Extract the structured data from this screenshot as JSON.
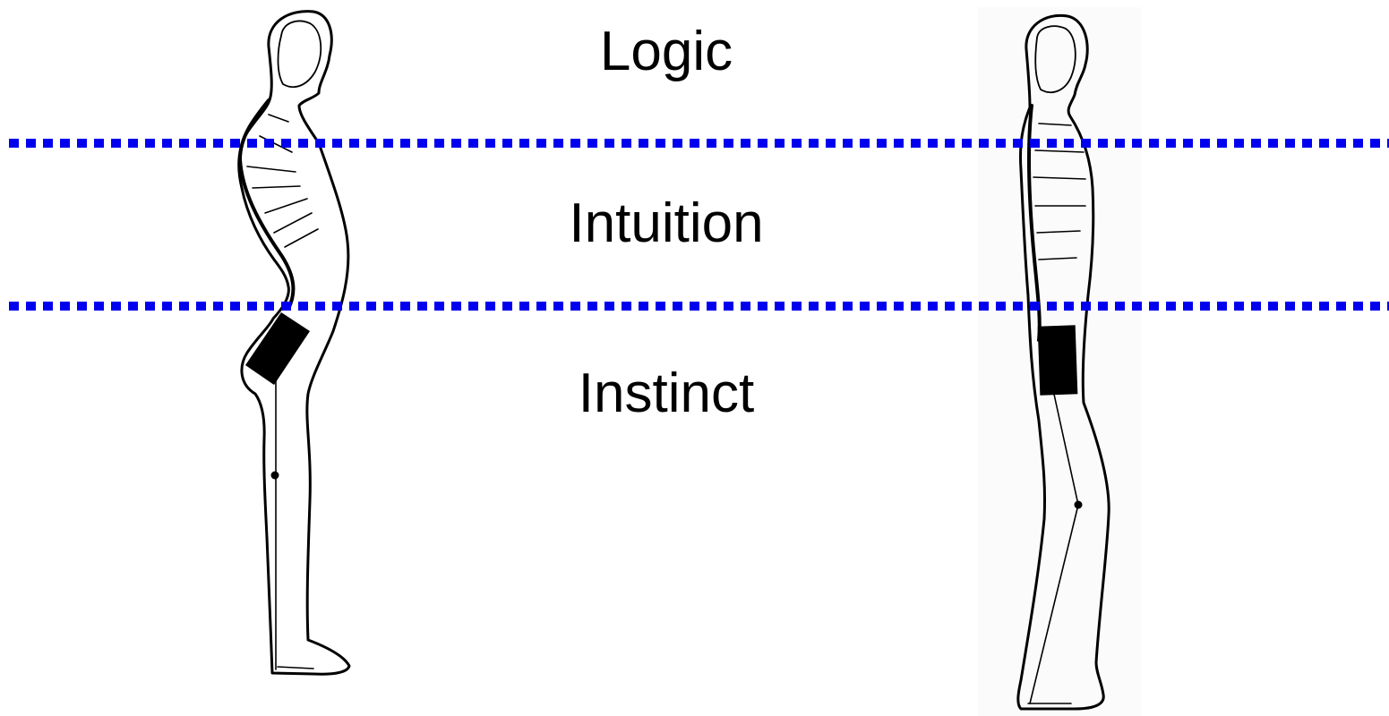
{
  "diagram": {
    "labels": {
      "top": "Logic",
      "middle": "Intuition",
      "bottom": "Instinct"
    },
    "colors": {
      "divider": "#0000ee",
      "outline": "#000000",
      "block": "#000000",
      "background": "#ffffff"
    },
    "dividers": [
      "dashed",
      "dashed"
    ],
    "figures": [
      "slouched-posture-figure",
      "upright-posture-figure"
    ]
  }
}
